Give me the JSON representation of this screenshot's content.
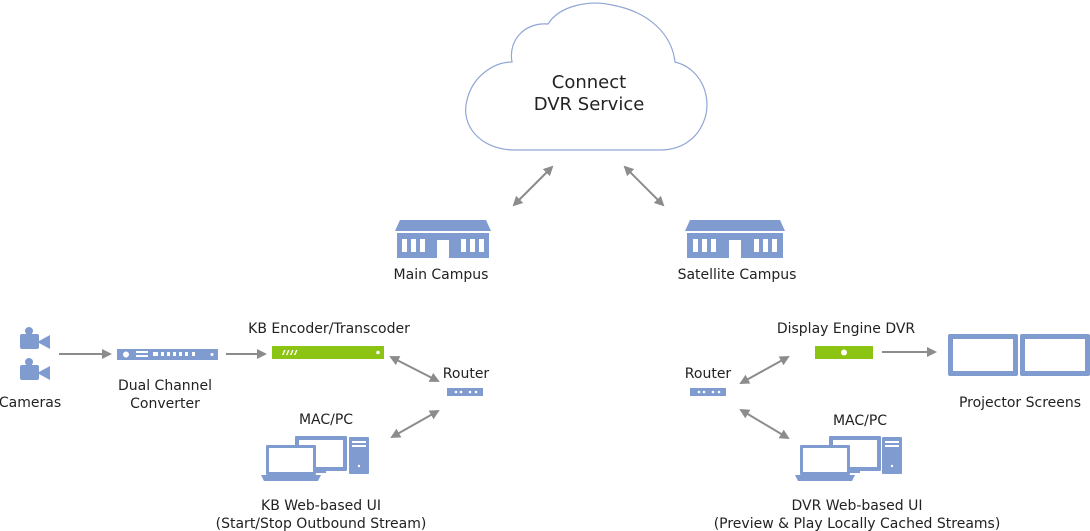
{
  "cloud": {
    "line1": "Connect",
    "line2": "DVR Service"
  },
  "campuses": {
    "main": "Main Campus",
    "satellite": "Satellite Campus"
  },
  "left": {
    "cameras": "Cameras",
    "converter_line1": "Dual Channel",
    "converter_line2": "Converter",
    "encoder": "KB Encoder/Transcoder",
    "router": "Router",
    "macpc": "MAC/PC",
    "ui_line1": "KB Web-based UI",
    "ui_line2": "(Start/Stop Outbound Stream)"
  },
  "right": {
    "dvr": "Display Engine DVR",
    "router": "Router",
    "macpc": "MAC/PC",
    "screens": "Projector Screens",
    "ui_line1": "DVR Web-based UI",
    "ui_line2": "(Preview & Play Locally Cached Streams)"
  },
  "colors": {
    "icon_blue": "#7f9bd0",
    "encoder_green": "#8cc414",
    "arrow_gray": "#8c8c8c",
    "cloud_stroke": "#8fa6d6"
  }
}
